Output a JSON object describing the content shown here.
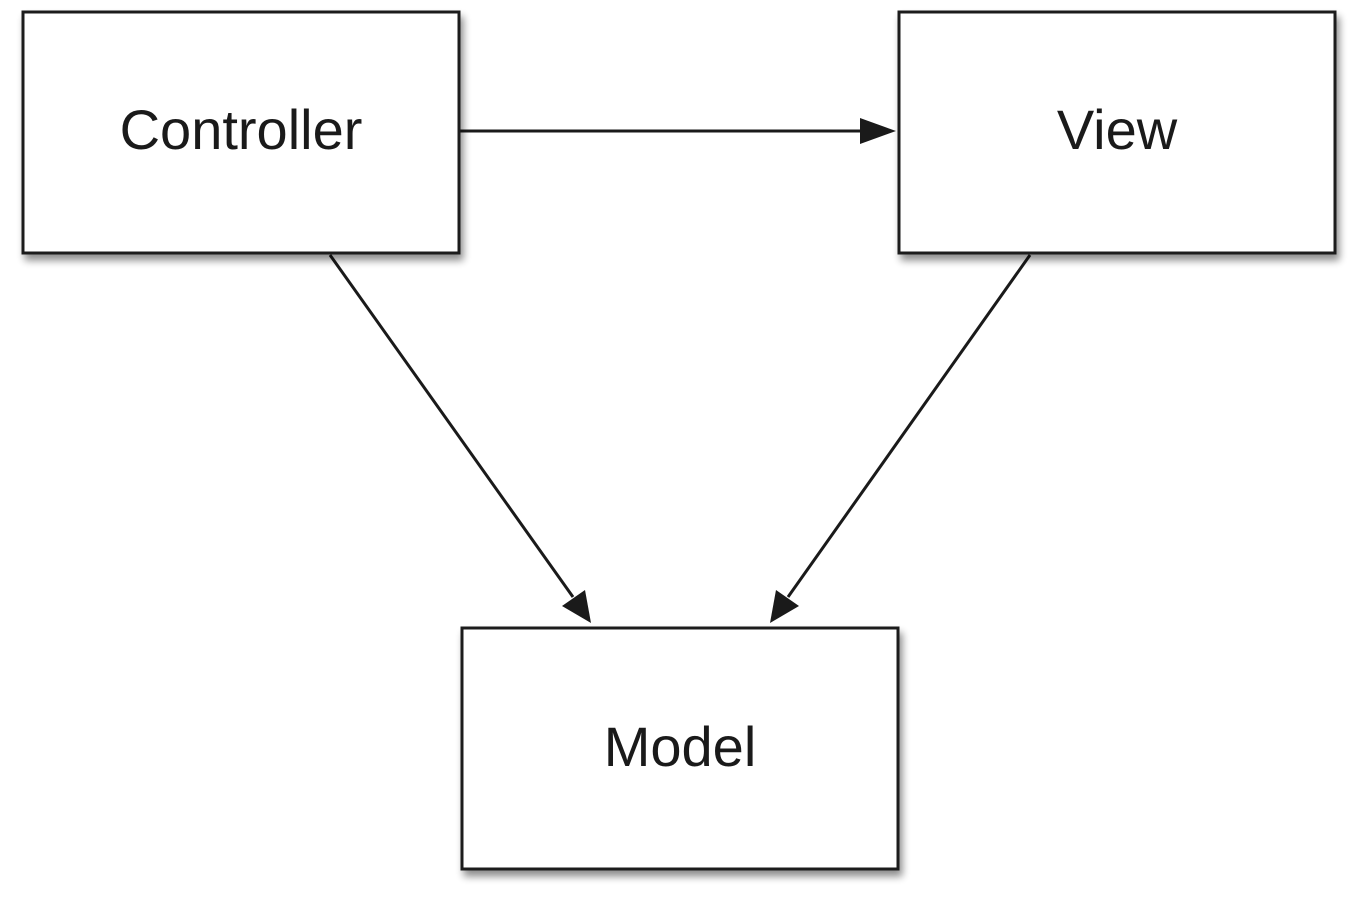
{
  "nodes": {
    "controller": {
      "label": "Controller"
    },
    "view": {
      "label": "View"
    },
    "model": {
      "label": "Model"
    }
  },
  "edges": [
    {
      "from": "controller",
      "to": "view"
    },
    {
      "from": "controller",
      "to": "model"
    },
    {
      "from": "view",
      "to": "model"
    }
  ],
  "colors": {
    "stroke": "#1a1a1a",
    "fill": "#ffffff",
    "text": "#1a1a1a"
  }
}
